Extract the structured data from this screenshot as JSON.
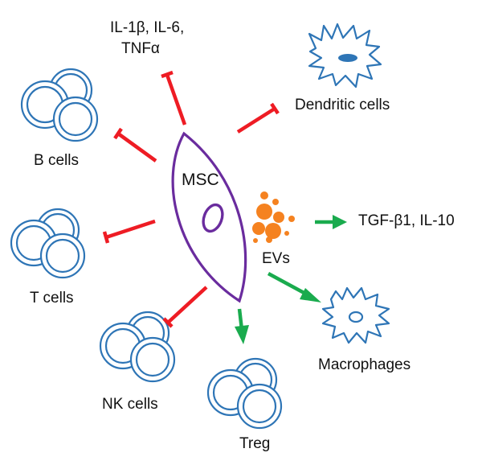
{
  "colors": {
    "inhibit": "#ee1c24",
    "promote": "#1aab4e",
    "cell_outline": "#2e75b6",
    "msc_outline": "#6a2c9e",
    "ev_orange": "#f58220",
    "text": "#111111"
  },
  "labels": {
    "cytokines_line1": "IL-1β, IL-6,",
    "cytokines_line2": "TNFα",
    "dendritic_cells": "Dendritic cells",
    "b_cells": "B cells",
    "msc": "MSC",
    "evs": "EVs",
    "tgf_il10": "TGF-β1, IL-10",
    "t_cells": "T cells",
    "macrophages": "Macrophages",
    "nk_cells": "NK cells",
    "treg": "Treg"
  },
  "icons": {
    "lymphocyte": "lymphocyte-cluster-icon",
    "dendritic": "dendritic-cell-icon",
    "macrophage": "macrophage-icon",
    "msc": "msc-cell-icon",
    "evs": "extracellular-vesicles-icon"
  }
}
